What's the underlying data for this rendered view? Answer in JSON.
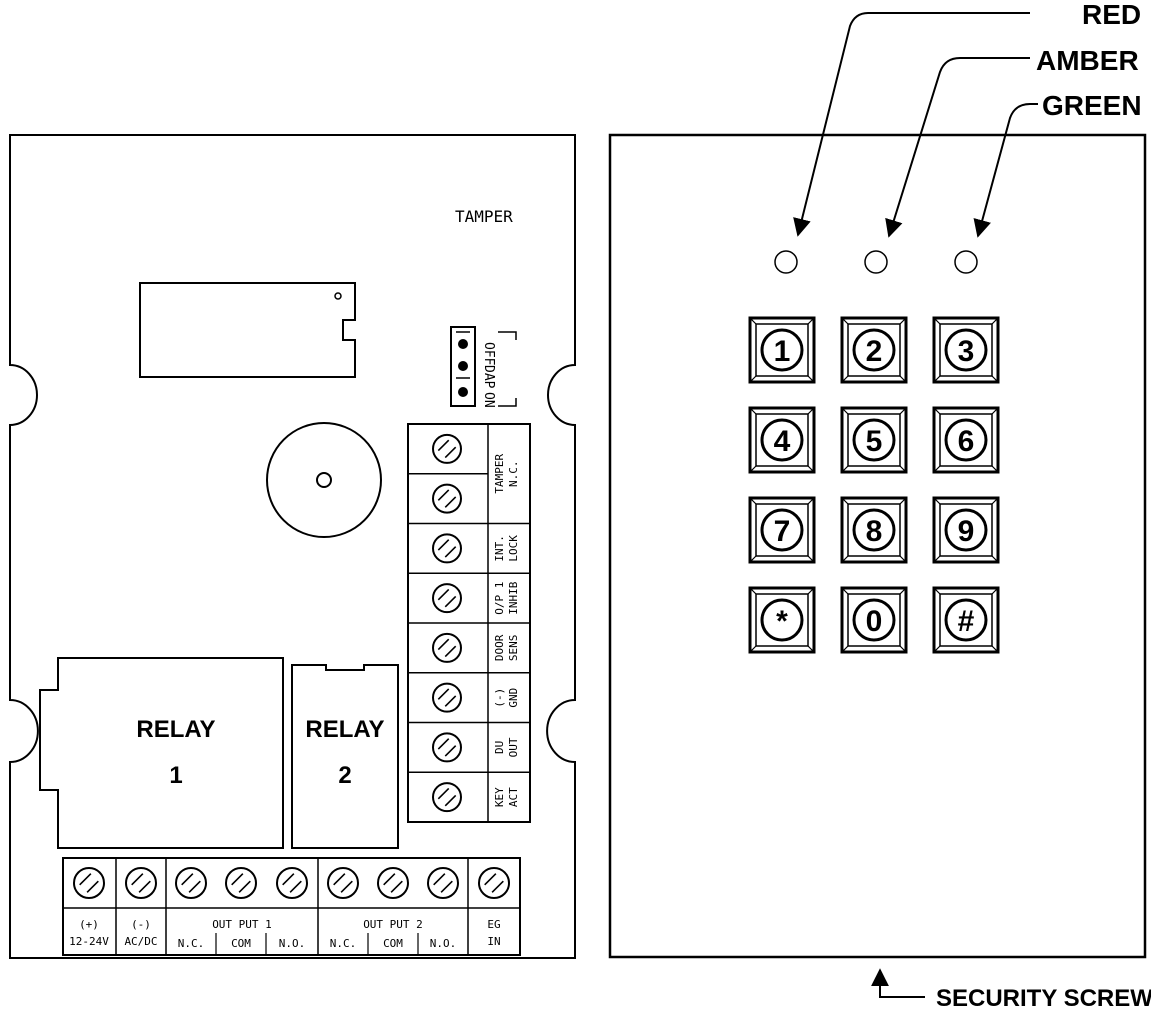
{
  "callouts": {
    "red": "RED",
    "amber": "AMBER",
    "green": "GREEN",
    "security_screw": "SECURITY SCREW"
  },
  "board": {
    "tamper": "TAMPER",
    "dap": {
      "off": "OFF",
      "on": "ON",
      "label": "DAP"
    },
    "relay1": {
      "line1": "RELAY",
      "line2": "1"
    },
    "relay2": {
      "line1": "RELAY",
      "line2": "2"
    },
    "side_terminals": [
      {
        "line1": "TAMPER",
        "line2": "N.C."
      },
      {
        "line1": "INT.",
        "line2": "LOCK"
      },
      {
        "line1": "O/P 1",
        "line2": "INHIB"
      },
      {
        "line1": "DOOR",
        "line2": "SENS"
      },
      {
        "line1": "(-)",
        "line2": "GND"
      },
      {
        "line1": "DU",
        "line2": "OUT"
      },
      {
        "line1": "KEY",
        "line2": "ACT"
      }
    ],
    "bottom_terminals": {
      "power_pos": {
        "line1": "(+)",
        "line2": "12-24V"
      },
      "power_neg": {
        "line1": "(-)",
        "line2": "AC/DC"
      },
      "output1": {
        "title": "OUT PUT 1",
        "nc": "N.C.",
        "com": "COM",
        "no": "N.O."
      },
      "output2": {
        "title": "OUT PUT 2",
        "nc": "N.C.",
        "com": "COM",
        "no": "N.O."
      },
      "eg": {
        "line1": "EG",
        "line2": "IN"
      }
    }
  },
  "keypad": {
    "keys": [
      "1",
      "2",
      "3",
      "4",
      "5",
      "6",
      "7",
      "8",
      "9",
      "*",
      "0",
      "#"
    ]
  }
}
